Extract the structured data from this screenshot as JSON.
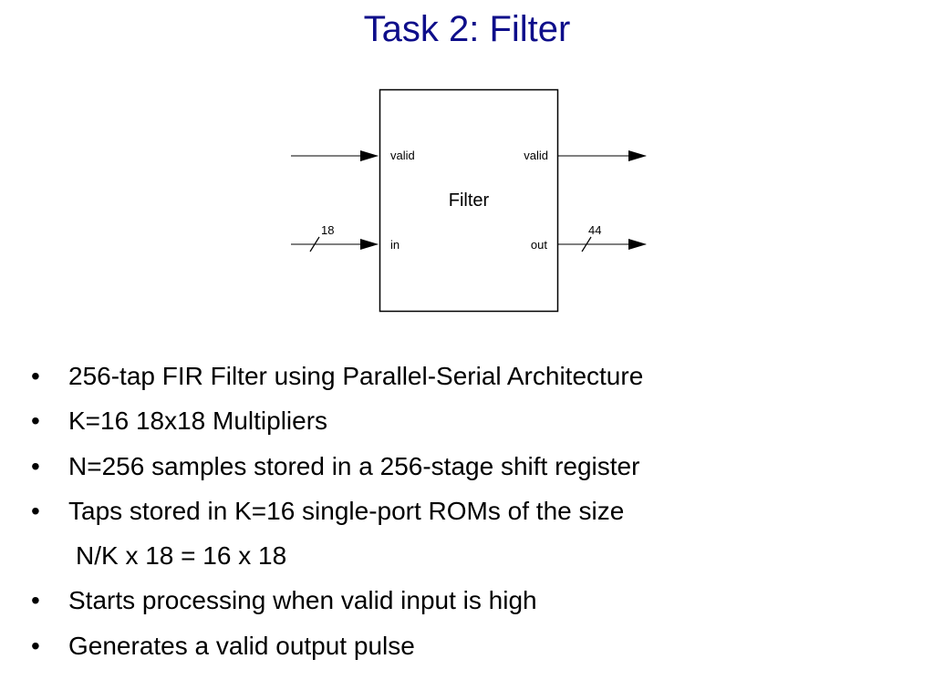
{
  "slide": {
    "title": "Task 2: Filter"
  },
  "diagram": {
    "block_label": "Filter",
    "ports": {
      "valid_in": "valid",
      "valid_out": "valid",
      "data_in": "in",
      "data_out": "out"
    },
    "bus_widths": {
      "in": "18",
      "out": "44"
    }
  },
  "bullets": [
    {
      "marker": "•",
      "text": "256-tap FIR Filter using Parallel-Serial Architecture"
    },
    {
      "marker": "•",
      "text": "K=16  18x18 Multipliers"
    },
    {
      "marker": "•",
      "text": "N=256 samples stored in a 256-stage shift register"
    },
    {
      "marker": "•",
      "text": "Taps stored in K=16 single-port ROMs of the size"
    },
    {
      "marker": "",
      "text": "N/K x 18 = 16 x 18"
    },
    {
      "marker": "•",
      "text": "Starts processing when valid input is high"
    },
    {
      "marker": "•",
      "text": "Generates a valid output pulse"
    }
  ]
}
